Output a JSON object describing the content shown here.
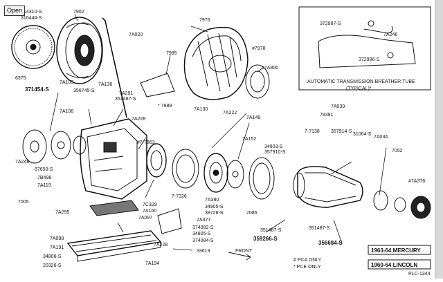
{
  "toolbar": {
    "open_label": "Open"
  },
  "labels": {
    "l14310": "14310-S",
    "l310444": "310444-S",
    "l7902": "7902",
    "l6375": "6375",
    "l371454": "371454-S",
    "l7a020": "7A020",
    "l7976": "7976",
    "l7985": "7985",
    "l7978": "#7978",
    "l7a800": "#7A800",
    "l7a103": "7A103",
    "l356745": "356745-S",
    "l7a136": "7A136",
    "l7a291": "7A291",
    "l351487a": "351487-S",
    "l7989": "* 7989",
    "l7a108": "7A108",
    "l7a228a": "7A228",
    "l7a130": "7A130",
    "l7a222": "7A222",
    "l7a149": "7A149",
    "l7863": "#7-7863",
    "l7a248": "7A248",
    "l87650": "87650-S",
    "l7b498": "7B498",
    "l7a119": "7A119",
    "l7005": "7005",
    "l7a295": "7A295",
    "l7326": "7-7326",
    "l7a380": "7A380",
    "l34905": "34905-S",
    "l38728": "38728-S",
    "l7c329": "7C329",
    "l7a160": "7A160",
    "l7a097": "7A097",
    "l7a377": "7A377",
    "l374082": "374082-S",
    "l34805": "34805-S",
    "l374084": "374084-S",
    "l7a098": "7A098",
    "l7a191": "7A191",
    "l34806": "34806-S",
    "l20326": "20326-S",
    "l7a228b": "7A228",
    "l7a194": "7A194",
    "l33619": "33619",
    "lfront": "FRONT",
    "l7a152": "7A152",
    "l34803": "34803-S",
    "l357910": "357910-S",
    "l7086": "7086",
    "l351487b": "351487-S",
    "l359266": "359266-S",
    "l351487c": "351487-S",
    "l356684": "356684-S",
    "l7a039": "7A039",
    "l78391": "78391",
    "l7138": "7-7138",
    "l357914": "357914-S",
    "l31064": "31064-S",
    "l7a034": "7A034",
    "l7052": "7052",
    "l7a376": "#7A376",
    "l372987": "372987-S",
    "l7a246": "7A246",
    "l372986": "372986-S"
  },
  "breather": {
    "caption_line1": "AUTOMATIC TRANSMISSION BREATHER TUBE",
    "caption_line2": "(TYPICAL)*"
  },
  "legend": {
    "pca": "# PCA ONLY",
    "pce": "* PCE ONLY"
  },
  "models": {
    "mercury": "1963-64 MERCURY",
    "lincoln": "1960-64 LINCOLN",
    "plate": "PLC-1344"
  }
}
